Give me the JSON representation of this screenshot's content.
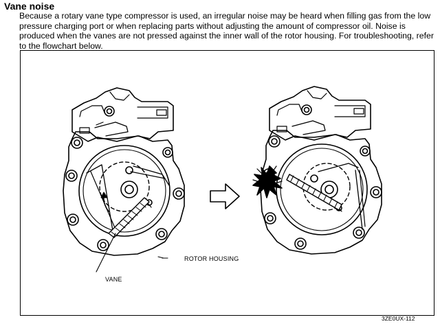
{
  "section": {
    "title": "Vane noise",
    "body": "Because a rotary vane type compressor is used, an irregular noise may be heard when filling gas from the low pressure charging port or when replacing parts without adjusting the amount of compressor oil. Noise is produced when the vanes are not pressed against the inner wall of the rotor housing. For troubleshooting, refer to the flowchart below."
  },
  "figure": {
    "labels": {
      "rotor_housing": "ROTOR HOUSING",
      "vane": "VANE"
    },
    "code": "3ZE0UX-112"
  }
}
